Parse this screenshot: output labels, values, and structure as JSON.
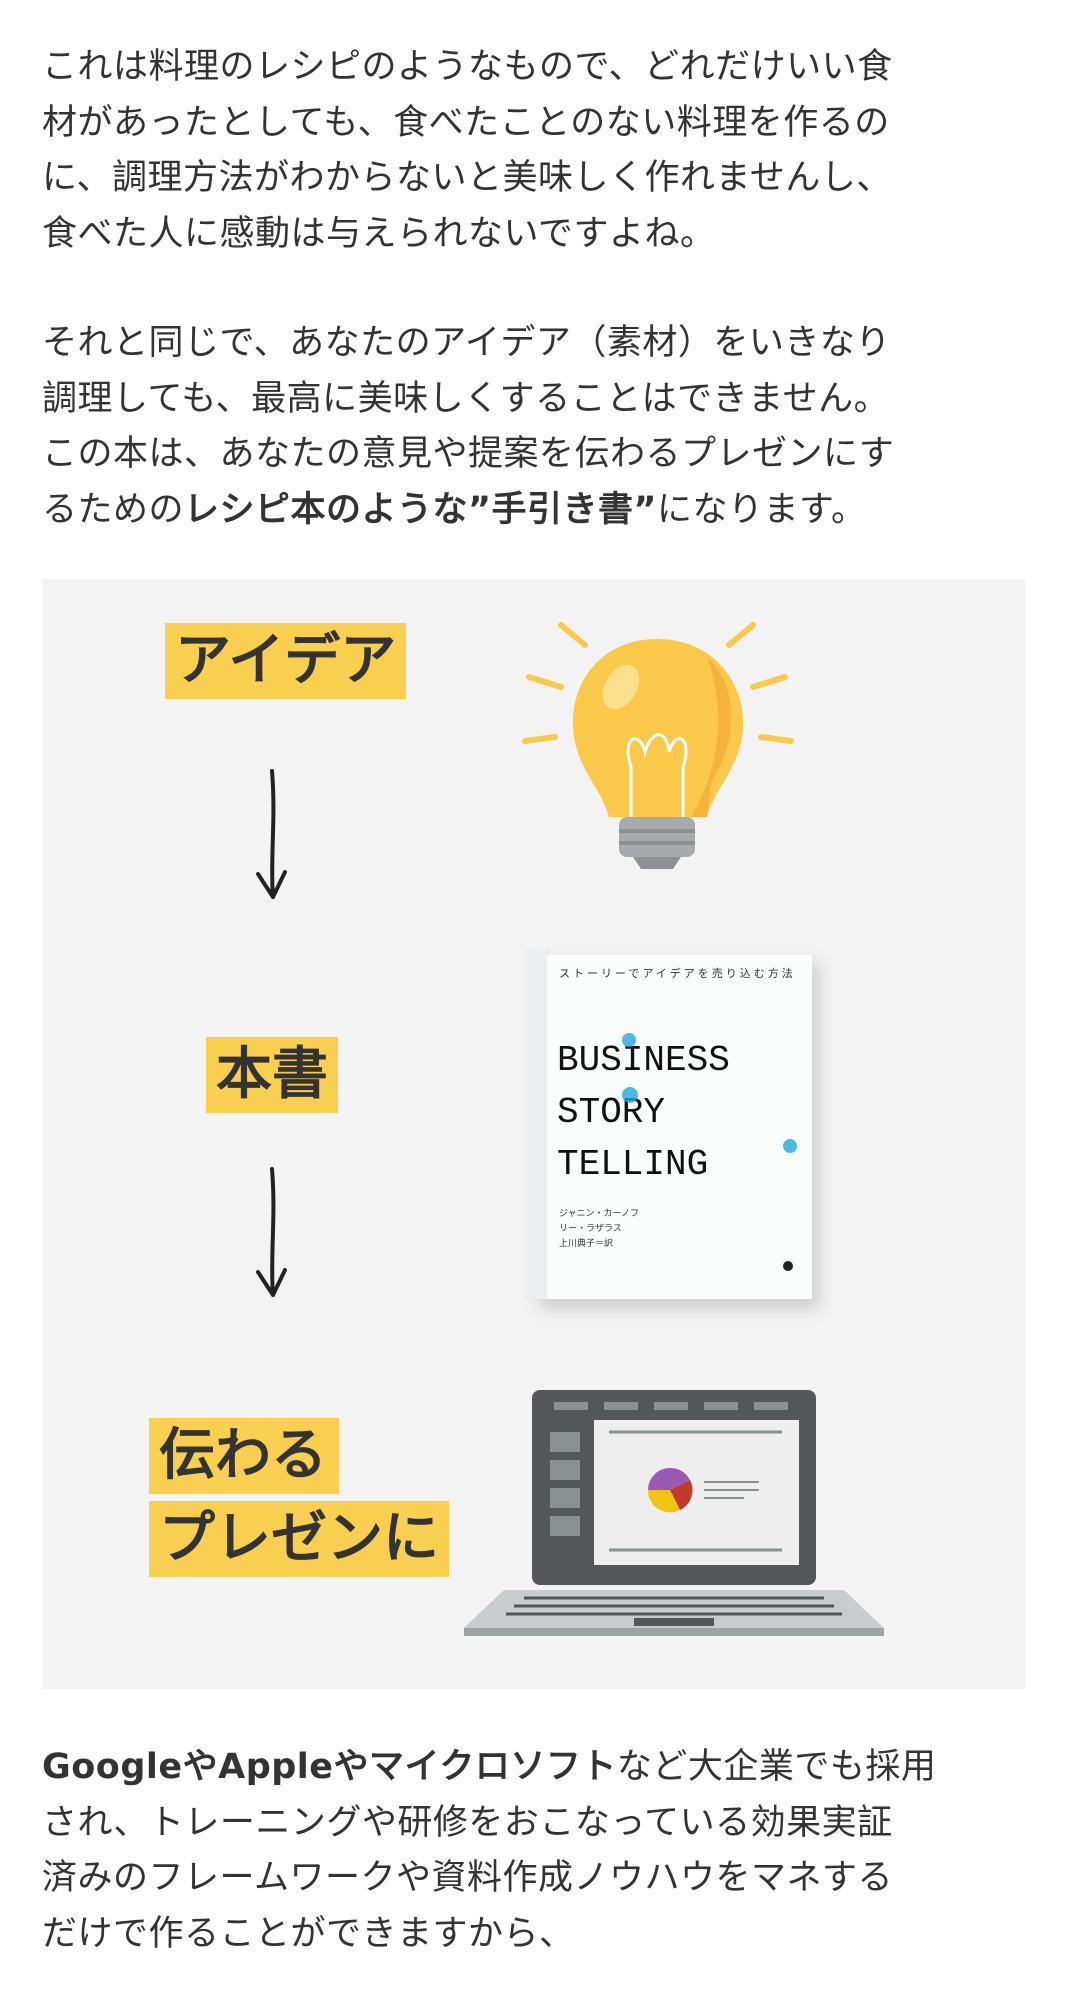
{
  "paragraph1": {
    "lines": [
      "これは料理のレシピのようなもので、どれだけいい食",
      "材があったとしても、食べたことのない料理を作るの",
      "に、調理方法がわからないと美味しく作れませんし、",
      "食べた人に感動は与えられないですよね。"
    ]
  },
  "paragraph2": {
    "lines": [
      "それと同じで、あなたのアイデア（素材）をいきなり",
      "調理しても、最高に美味しくすることはできません。",
      "この本は、あなたの意見や提案を伝わるプレゼンにす"
    ],
    "last_line_prefix": "るための",
    "last_line_bold": "レシピ本のような”手引き書”",
    "last_line_suffix": "になります。"
  },
  "illustration": {
    "step1_label": "アイデア",
    "step2_label": "本書",
    "step3_label_line1": "伝わる",
    "step3_label_line2": "プレゼンに",
    "book": {
      "subtitle": "ストーリーでアイデアを売り込む方法",
      "title_lines": [
        "BUSINESS",
        "STORY",
        "TELLING"
      ],
      "authors": [
        "ジャニン・カーノフ",
        "リー・ラザラス",
        "上川典子＝訳"
      ]
    },
    "colors": {
      "label_bg": "#f8cf4e",
      "panel_bg": "#f3f3f3",
      "bulb": "#fbc94a",
      "book_accent": "#1ea7e0"
    }
  },
  "paragraph3": {
    "first_line_bold": "GoogleやAppleやマイクロソフト",
    "first_line_rest": "など大企業でも採用",
    "lines": [
      "され、トレーニングや研修をおこなっている効果実証",
      "済みのフレームワークや資料作成ノウハウをマネする",
      "だけで作ることができますから、"
    ]
  }
}
